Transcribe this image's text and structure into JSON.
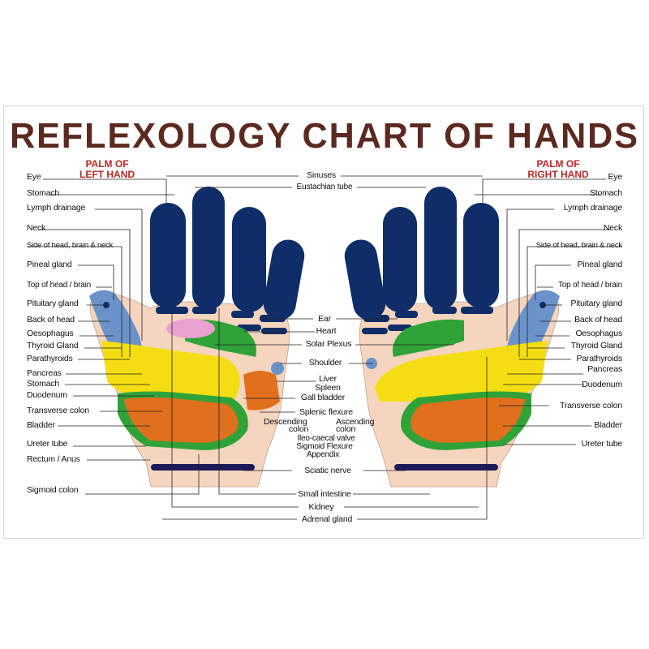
{
  "title": "REFLEXOLOGY CHART OF HANDS",
  "left_hand": {
    "caption_line1": "PALM OF",
    "caption_line2": "LEFT HAND"
  },
  "right_hand": {
    "caption_line1": "PALM OF",
    "caption_line2": "RIGHT HAND"
  },
  "labels_left": {
    "eye": "Eye",
    "stomach": "Stomach",
    "lymph": "Lymph drainage",
    "neck": "Neck",
    "side_head": "Side of head, brain & neck",
    "pineal": "Pineal gland",
    "top_head": "Top of head / brain",
    "pituitary": "Pituitary gland",
    "back_head": "Back of head",
    "oesophagus": "Oesophagus",
    "thyroid": "Thyroid Gland",
    "parathyroids": "Parathyroids",
    "pancreas": "Pancreas",
    "stomach2": "Stomach",
    "duodenum": "Duodenum",
    "transverse": "Transverse colon",
    "bladder": "Bladder",
    "ureter": "Ureter tube",
    "rectum": "Rectum / Anus",
    "sigmoid": "Sigmoid colon"
  },
  "labels_center": {
    "sinuses": "Sinuses",
    "eustachian": "Eustachian tube",
    "ear": "Ear",
    "heart": "Heart",
    "solar": "Solar Plexus",
    "shoulder": "Shoulder",
    "liver": "Liver",
    "spleen": "Spleen",
    "gall": "Gall bladder",
    "splenic": "Splenic flexure",
    "descending_1": "Descending",
    "descending_2": "colon",
    "ascending_1": "Ascending",
    "ascending_2": "colon",
    "ileo_1": "Ileo-caecal valve",
    "sigmoid_flex": "Sigmoid Flexure",
    "appendix": "Appendix",
    "sciatic": "Sciatic nerve",
    "small_int": "Small intestine",
    "kidney": "Kidney",
    "adrenal": "Adrenal gland"
  },
  "labels_right": {
    "eye": "Eye",
    "stomach": "Stomach",
    "lymph": "Lymph drainage",
    "neck": "Neck",
    "side_head": "Side of head, brain & neck",
    "pineal": "Pineal gland",
    "top_head": "Top of head / brain",
    "pituitary": "Pituitary gland",
    "back_head": "Back of head",
    "oesophagus": "Oesophagus",
    "thyroid": "Thyroid Gland",
    "parathyroids": "Parathyroids",
    "pancreas": "Pancreas",
    "duodenum": "Duodenum",
    "transverse": "Transverse colon",
    "bladder": "Bladder",
    "ureter": "Ureter tube"
  },
  "colors": {
    "title": "#5a2a21",
    "caption": "#b52a26",
    "skin": "#f6d5bf",
    "fingers": "#0f2d66",
    "thumb_blue": "#6b93c9",
    "yellow": "#f4dd12",
    "green": "#2fa338",
    "orange": "#e0701e",
    "pink": "#e9a2cf"
  }
}
